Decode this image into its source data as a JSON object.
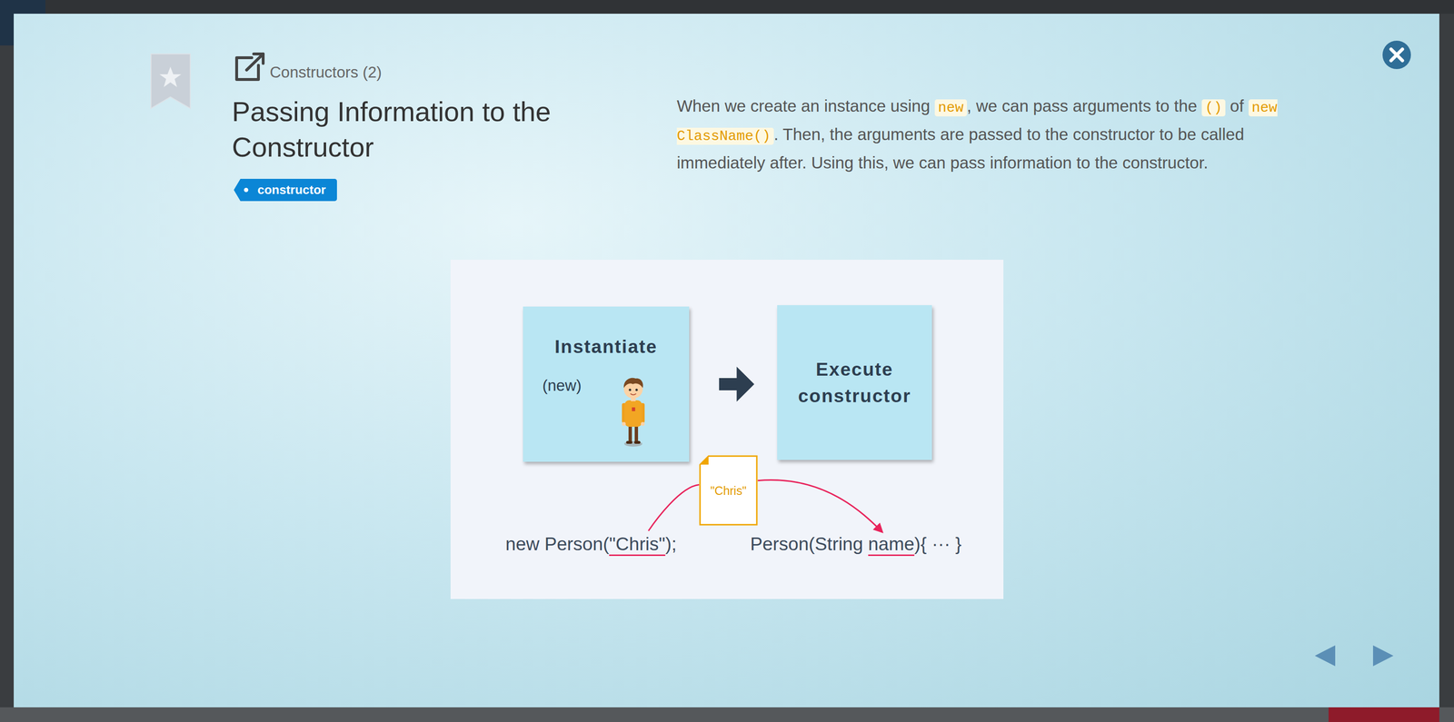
{
  "diagram": {
    "title": "Passing Information to the Constructor",
    "nodes": [
      {
        "text": [
          "Instantiate",
          "(new)"
        ]
      },
      {
        "text": [
          "Execute constructor"
        ]
      },
      {
        "text": [
          "\"Chris\""
        ]
      }
    ],
    "edges": [
      {
        "from": 0,
        "to": 1,
        "arrow": "to"
      }
    ],
    "labels": [
      "Constructors (2)",
      "constructor",
      "When we create an instance using",
      "new",
      ", we can pass arguments to the",
      "()",
      "of",
      "new ClassName()",
      ". Then, the arguments are passed to the constructor to be called immediately after. Using this, we can pass information to the constructor.",
      "new Person(",
      "\"Chris\"",
      ");",
      "Person(String",
      "name",
      "){ ··· }"
    ]
  }
}
